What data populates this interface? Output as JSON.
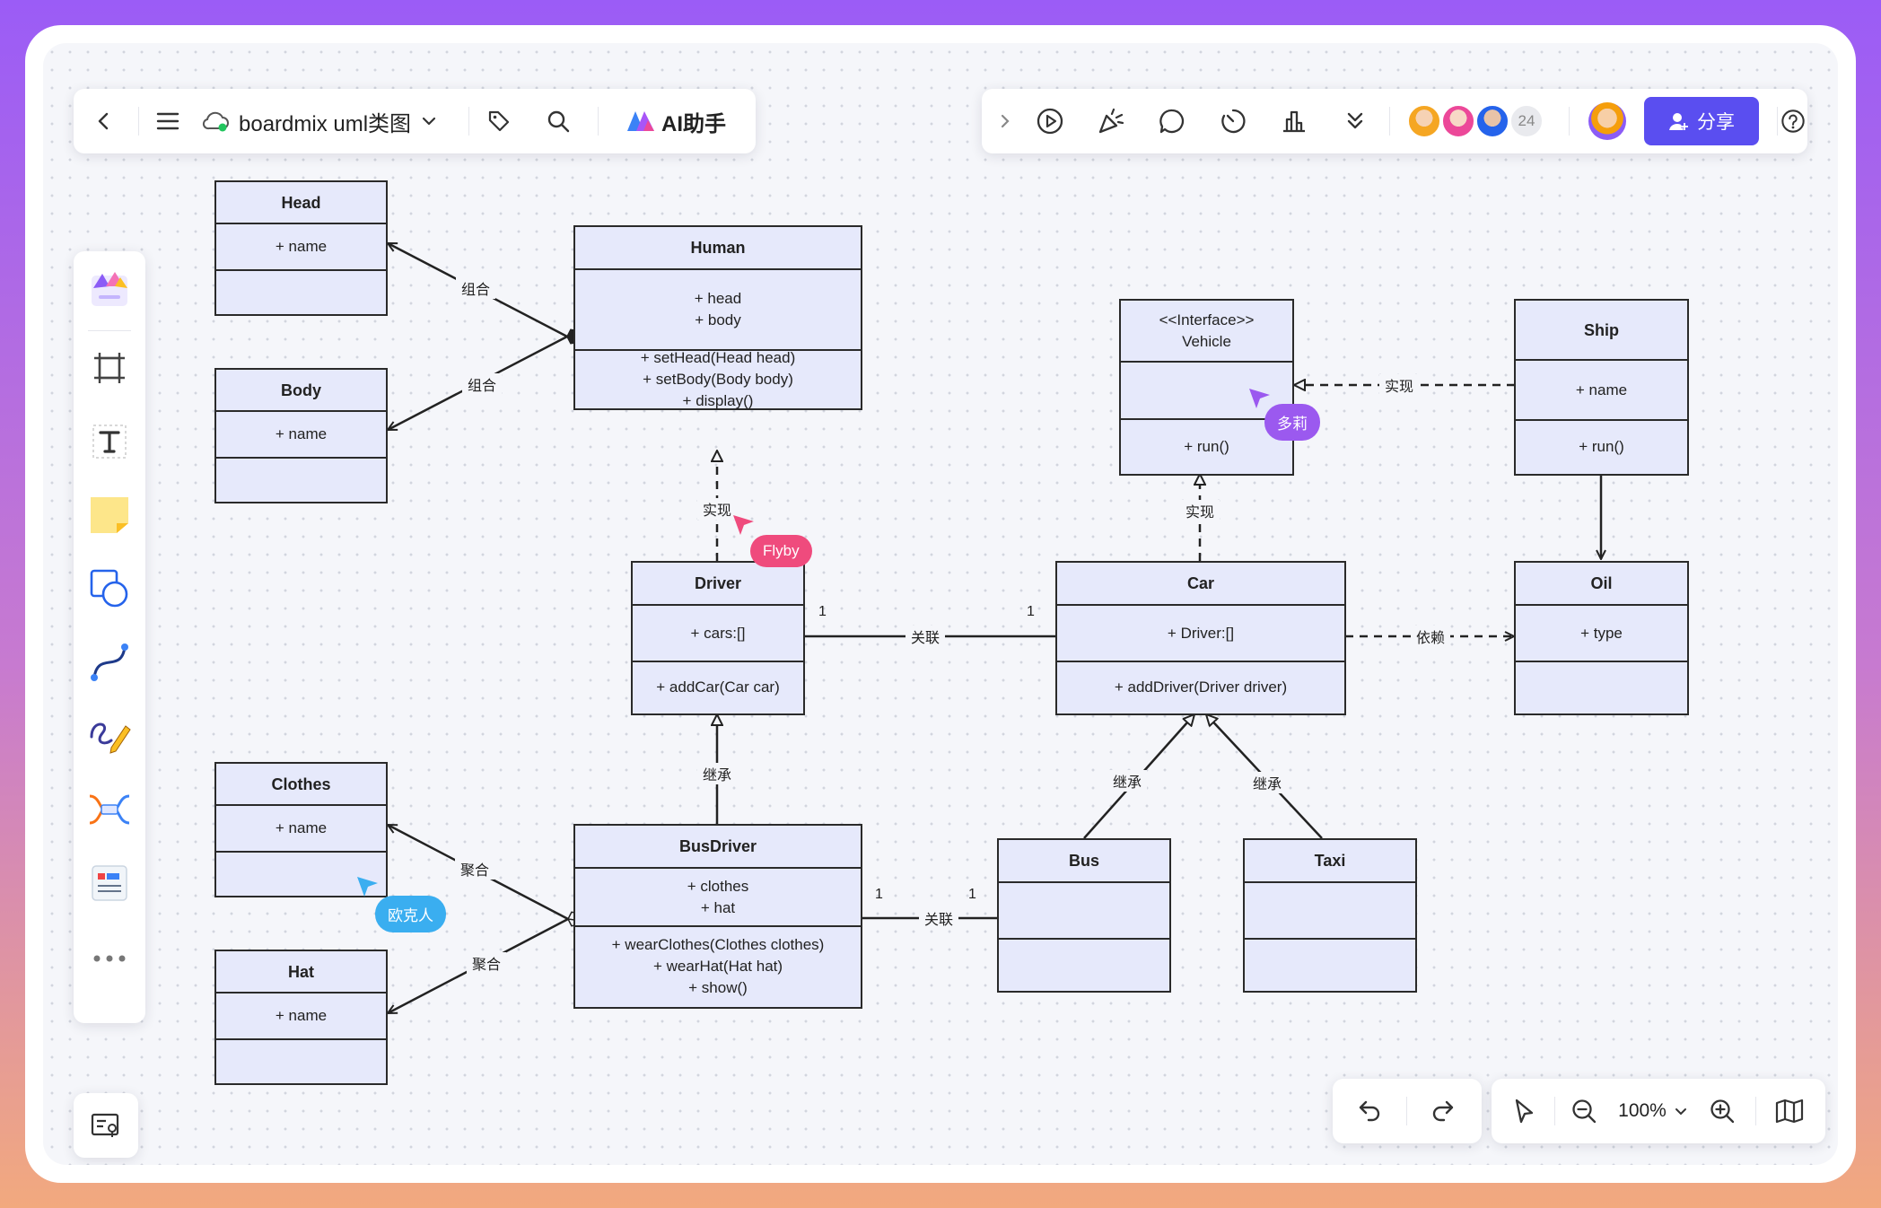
{
  "header": {
    "doc_title": "boardmix uml类图",
    "ai_label": "AI助手",
    "collaborator_count": "24",
    "share_label": "分享"
  },
  "zoom": {
    "level": "100%"
  },
  "icons": {
    "back": "chevron-left-icon",
    "menu": "hamburger-menu-icon",
    "cloud": "cloud-sync-icon",
    "dropdown": "chevron-down-icon",
    "tag": "tag-icon",
    "search": "search-icon",
    "ai": "ai-logo-icon",
    "expand": "chevron-right-icon",
    "play": "play-icon",
    "celebrate": "party-popper-icon",
    "comment": "comment-icon",
    "timer": "timer-icon",
    "vote": "vote-icon",
    "more": "double-chevron-down-icon",
    "help": "help-icon",
    "undo": "undo-icon",
    "redo": "redo-icon",
    "select": "pointer-icon",
    "zoom_out": "zoom-out-icon",
    "zoom_in": "zoom-in-icon",
    "map": "minimap-icon"
  },
  "colors": {
    "accent": "#5a4ef0",
    "class_fill": "#e6e9fb",
    "cursor_flyby": "#ef4b7d",
    "cursor_duoli": "#9b59ef",
    "cursor_ouke": "#3aaef0"
  },
  "diagram": {
    "classes": {
      "head": {
        "name": "Head",
        "attrs": [
          "+ name"
        ]
      },
      "body": {
        "name": "Body",
        "attrs": [
          "+ name"
        ]
      },
      "human": {
        "name": "Human",
        "attrs": [
          "+ head",
          "+ body"
        ],
        "methods": [
          "+ setHead(Head head)",
          "+ setBody(Body body)",
          "+ display()"
        ]
      },
      "vehicle": {
        "stereotype": "<<Interface>>",
        "name": "Vehicle",
        "methods": [
          "+ run()"
        ]
      },
      "ship": {
        "name": "Ship",
        "attrs": [
          "+ name"
        ],
        "methods": [
          "+ run()"
        ]
      },
      "driver": {
        "name": "Driver",
        "attrs": [
          "+ cars:[]"
        ],
        "methods": [
          "+ addCar(Car car)"
        ]
      },
      "car": {
        "name": "Car",
        "attrs": [
          "+ Driver:[]"
        ],
        "methods": [
          "+ addDriver(Driver driver)"
        ]
      },
      "oil": {
        "name": "Oil",
        "attrs": [
          "+ type"
        ]
      },
      "clothes": {
        "name": "Clothes",
        "attrs": [
          "+ name"
        ]
      },
      "hat": {
        "name": "Hat",
        "attrs": [
          "+ name"
        ]
      },
      "busdriver": {
        "name": "BusDriver",
        "attrs": [
          "+ clothes",
          "+ hat"
        ],
        "methods": [
          "+ wearClothes(Clothes clothes)",
          "+ wearHat(Hat hat)",
          "+ show()"
        ]
      },
      "bus": {
        "name": "Bus"
      },
      "taxi": {
        "name": "Taxi"
      }
    },
    "relations": {
      "head_human": "组合",
      "body_human": "组合",
      "driver_human": "实现",
      "car_vehicle": "实现",
      "ship_vehicle": "实现",
      "driver_car": "关联",
      "car_oil": "依赖",
      "busdriver_driver": "继承",
      "bus_car": "继承",
      "taxi_car": "继承",
      "clothes_busdriver": "聚合",
      "hat_busdriver": "聚合",
      "busdriver_bus": "关联"
    },
    "multiplicity": {
      "one": "1"
    }
  },
  "cursors": {
    "flyby": "Flyby",
    "duoli": "多莉",
    "ouke": "欧克人"
  }
}
